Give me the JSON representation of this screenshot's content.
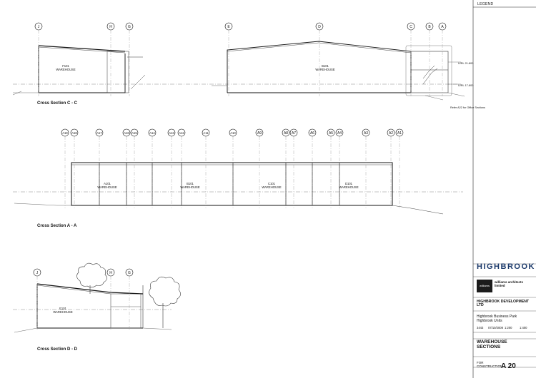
{
  "legend": "LEGEND",
  "sections": {
    "cc": {
      "label": "Cross Section   C - C",
      "gridlines": [
        "J",
        "H",
        "G",
        "E",
        "D",
        "C",
        "B",
        "A"
      ],
      "rooms": [
        {
          "code": "F101",
          "name": "WAREHOUSE"
        },
        {
          "code": "B101",
          "name": "WAREHOUSE"
        }
      ],
      "levels": [
        "U/RL 21-800",
        "U/RL 17-800"
      ],
      "note": "Refer A22 for Office Sections"
    },
    "aa": {
      "label": "Cross Section   A - A",
      "gridlines": [
        "A19",
        "A18",
        "A17",
        "A16",
        "A15",
        "A14",
        "A13",
        "A12",
        "A11",
        "A10",
        "A9",
        "A8",
        "A7",
        "A6",
        "A5",
        "A4",
        "A3",
        "A2",
        "A1"
      ],
      "rooms": [
        {
          "code": "A101",
          "name": "WAREHOUSE"
        },
        {
          "code": "B101",
          "name": "WAREHOUSE"
        },
        {
          "code": "C101",
          "name": "WAREHOUSE"
        },
        {
          "code": "D101",
          "name": "WAREHOUSE"
        }
      ]
    },
    "dd": {
      "label": "Cross Section   D - D",
      "gridlines": [
        "J",
        "H",
        "G"
      ],
      "rooms": [
        {
          "code": "E101",
          "name": "WAREHOUSE"
        }
      ]
    }
  },
  "titleblock": {
    "logo": "HIGHBROOK",
    "architect_mark": "williams",
    "architect_name": "williams architects limited",
    "client": "HIGHBROOK DEVELOPMENT LTD",
    "project_line1": "Highbrook Business Park",
    "project_line2": "Highbrook Units",
    "title_line1": "WAREHOUSE",
    "title_line2": "SECTIONS",
    "status": "FOR CONSTRUCTION",
    "sheet_prefix": "A",
    "sheet_number": "20",
    "scale": "1:200",
    "alt_scale": "1:400",
    "job": "3443",
    "date": "07/10/2008"
  }
}
